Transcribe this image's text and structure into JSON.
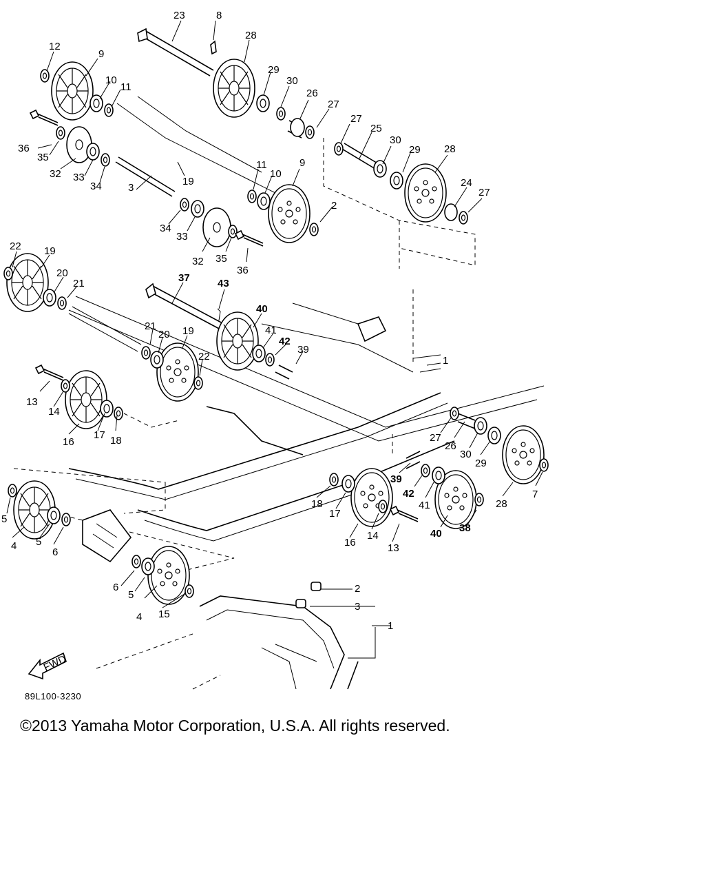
{
  "diagram": {
    "drawing_code": "89L100-3230",
    "fwd_label": "FWD",
    "callouts": [
      {
        "id": "c23a",
        "text": "23"
      },
      {
        "id": "c8a",
        "text": "8"
      },
      {
        "id": "c28a",
        "text": "28"
      },
      {
        "id": "c12",
        "text": "12"
      },
      {
        "id": "c9a",
        "text": "9"
      },
      {
        "id": "c10a",
        "text": "10"
      },
      {
        "id": "c11a",
        "text": "11"
      },
      {
        "id": "c29a",
        "text": "29"
      },
      {
        "id": "c30a",
        "text": "30"
      },
      {
        "id": "c26a",
        "text": "26"
      },
      {
        "id": "c27a",
        "text": "27"
      },
      {
        "id": "c27b",
        "text": "27"
      },
      {
        "id": "c25",
        "text": "25"
      },
      {
        "id": "c30b",
        "text": "30"
      },
      {
        "id": "c29b",
        "text": "29"
      },
      {
        "id": "c28b",
        "text": "28"
      },
      {
        "id": "c24",
        "text": "24"
      },
      {
        "id": "c27c",
        "text": "27"
      },
      {
        "id": "c36a",
        "text": "36"
      },
      {
        "id": "c35a",
        "text": "35"
      },
      {
        "id": "c32a",
        "text": "32"
      },
      {
        "id": "c33a",
        "text": "33"
      },
      {
        "id": "c34a",
        "text": "34"
      },
      {
        "id": "c19a",
        "text": "19"
      },
      {
        "id": "c11b",
        "text": "11"
      },
      {
        "id": "c10b",
        "text": "10"
      },
      {
        "id": "c9b",
        "text": "9"
      },
      {
        "id": "c3a",
        "text": "3"
      },
      {
        "id": "c2a",
        "text": "2"
      },
      {
        "id": "c34b",
        "text": "34"
      },
      {
        "id": "c33b",
        "text": "33"
      },
      {
        "id": "c32b",
        "text": "32"
      },
      {
        "id": "c35b",
        "text": "35"
      },
      {
        "id": "c36b",
        "text": "36"
      },
      {
        "id": "c22a",
        "text": "22"
      },
      {
        "id": "c19b",
        "text": "19"
      },
      {
        "id": "c20a",
        "text": "20"
      },
      {
        "id": "c21a",
        "text": "21"
      },
      {
        "id": "c37",
        "text": "37"
      },
      {
        "id": "c43",
        "text": "43"
      },
      {
        "id": "c40a",
        "text": "40"
      },
      {
        "id": "c41a",
        "text": "41"
      },
      {
        "id": "c42a",
        "text": "42"
      },
      {
        "id": "c39a",
        "text": "39"
      },
      {
        "id": "c21b",
        "text": "21"
      },
      {
        "id": "c20b",
        "text": "20"
      },
      {
        "id": "c19c",
        "text": "19"
      },
      {
        "id": "c22b",
        "text": "22"
      },
      {
        "id": "c13a",
        "text": "13"
      },
      {
        "id": "c14a",
        "text": "14"
      },
      {
        "id": "c16a",
        "text": "16"
      },
      {
        "id": "c17a",
        "text": "17"
      },
      {
        "id": "c18a",
        "text": "18"
      },
      {
        "id": "c1a",
        "text": "1"
      },
      {
        "id": "c27d",
        "text": "27"
      },
      {
        "id": "c26b",
        "text": "26"
      },
      {
        "id": "c30c",
        "text": "30"
      },
      {
        "id": "c29c",
        "text": "29"
      },
      {
        "id": "c28c",
        "text": "28"
      },
      {
        "id": "c7",
        "text": "7"
      },
      {
        "id": "c39b",
        "text": "39"
      },
      {
        "id": "c42b",
        "text": "42"
      },
      {
        "id": "c41b",
        "text": "41"
      },
      {
        "id": "c40b",
        "text": "40"
      },
      {
        "id": "c38",
        "text": "38"
      },
      {
        "id": "c18b",
        "text": "18"
      },
      {
        "id": "c17b",
        "text": "17"
      },
      {
        "id": "c16b",
        "text": "16"
      },
      {
        "id": "c14b",
        "text": "14"
      },
      {
        "id": "c13b",
        "text": "13"
      },
      {
        "id": "c5a",
        "text": "5"
      },
      {
        "id": "c4a",
        "text": "4"
      },
      {
        "id": "c5b",
        "text": "5"
      },
      {
        "id": "c6a",
        "text": "6"
      },
      {
        "id": "c6b",
        "text": "6"
      },
      {
        "id": "c5c",
        "text": "5"
      },
      {
        "id": "c4b",
        "text": "4"
      },
      {
        "id": "c15",
        "text": "15"
      },
      {
        "id": "c2b",
        "text": "2"
      },
      {
        "id": "c3b",
        "text": "3"
      },
      {
        "id": "c1b",
        "text": "1"
      }
    ]
  },
  "footer": {
    "copyright": "©2013 Yamaha Motor Corporation, U.S.A. All rights reserved."
  }
}
